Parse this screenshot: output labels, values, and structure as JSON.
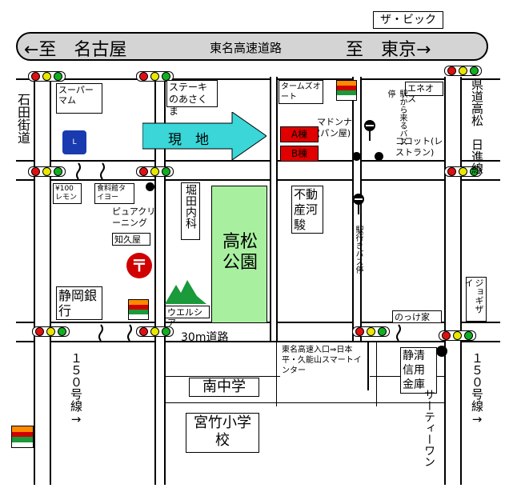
{
  "highway": {
    "left": "←至　名古屋",
    "name": "東名高速道路",
    "right": "至　東京→"
  },
  "labels": {
    "the_big": "ザ・ビック",
    "ishida_kaido": "石田街道",
    "kendo": "県道高松　日進線",
    "supermarket": "スーパーマム",
    "steak": "ステーキのあさくま",
    "tarms": "タームズオート",
    "eneos": "エネオス",
    "genchi": "現　地",
    "a_to": "A棟",
    "b_to": "B棟",
    "madonna": "マドンナ(パン屋)",
    "cocotte": "ココット(レストラン)",
    "bus_from_station": "駅から来るバス停",
    "bus_to_station": "駅行きバス停",
    "fudosan": "不動産河駿",
    "horita": "堀田内科",
    "park": "高松公園",
    "yen100": "¥100レモン",
    "shokuhin": "食料館タイヨー",
    "cleaning": "ピュアクリーニング",
    "chikuya": "知久屋",
    "welcia": "ウエルシア",
    "jogiza": "ジョギザイ",
    "nokke": "のっけ家",
    "shizuoka_bank": "静岡銀行",
    "road_30m": "30m道路",
    "ic_info": "東名高速入口⇒日本平・久能山スマートインター",
    "shinkin": "静清信用金庫",
    "minami_chu": "南中学",
    "miyatake": "宮竹小学校",
    "route150_left": "１５０号線→",
    "route150_right": "１５０号線→",
    "thirty_one": "サーティーワン"
  },
  "colors": {
    "park": "#a8f0a0",
    "arrow": "#3ad6d8",
    "building": "#e00000",
    "signal_red": "#e01010",
    "signal_yellow": "#e8e800",
    "signal_green": "#10b020",
    "welcia_green": "#1a9a3a",
    "post_red": "#d00000"
  },
  "icons": [
    "traffic-signal-icon",
    "seven-eleven-icon",
    "lawson-icon",
    "post-office-icon",
    "bus-stop-icon",
    "welcia-logo-icon"
  ]
}
